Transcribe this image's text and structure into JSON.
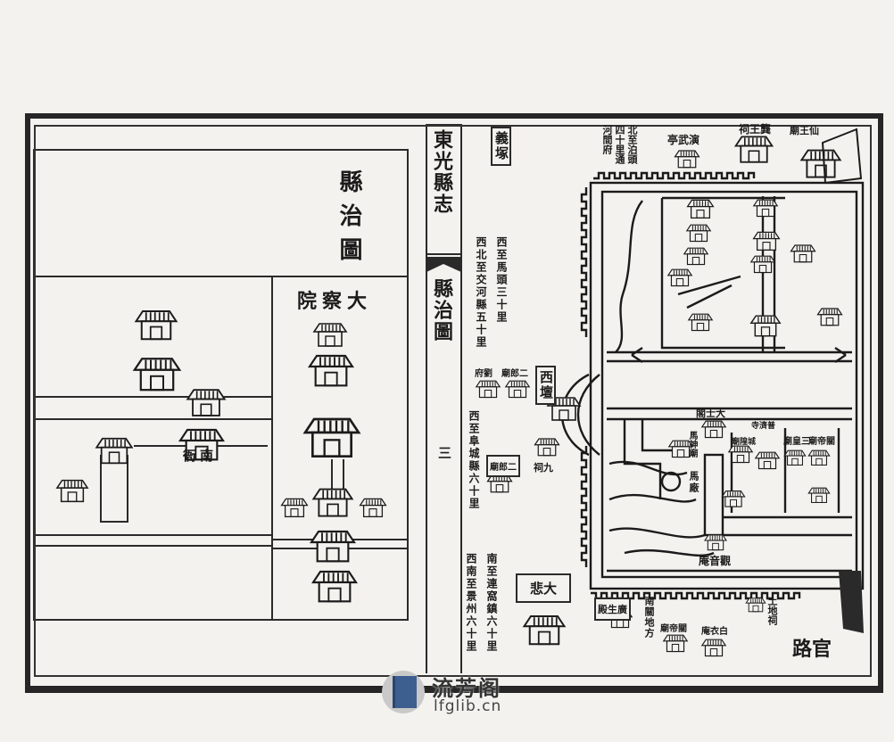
{
  "book": {
    "title": "東光縣志",
    "section": "縣治圖",
    "page_number": "三"
  },
  "left_page": {
    "map_title": "縣治圖",
    "labels": {
      "censorate": "大察院",
      "south_office": "南衙"
    }
  },
  "right_page": {
    "labels": {
      "cemetery": "義塚",
      "west_matou": "西至馬頭三十里",
      "northwest_jiaohe": "西北至交河縣五十里",
      "liu_mansion": "劉府",
      "erlang_small": "二郎廟",
      "west_altar": "西壇",
      "nine_shrine": "九祠",
      "west_fucheng": "西至阜城縣六十里",
      "erlang_temple": "二郎廟",
      "south_lianwo": "南至連窩鎮六十里",
      "southwest_jingzhou": "西南至景州六十里",
      "dabei": "大悲",
      "north_botou_1": "北至泊頭",
      "north_botou_2": "四十里通",
      "north_botou_3": "河間府",
      "drill_pavilion": "演武亭",
      "gong_wang_shrine": "龔王祠",
      "xian_wang_temple": "仙王廟",
      "dashi_pavilion": "大士閣",
      "ma_shen_temple": "馬神廟",
      "ma_chang": "馬廠",
      "guanyin_nunnery": "觀音庵",
      "puji_temple": "普濟寺",
      "city_god_temple": "城隍廟",
      "sanhuang_temple": "三皇廟",
      "guandi_temple_inner": "關帝廟",
      "guangsheng_hall": "廣生殿",
      "south_gate_area": "南關地方",
      "guandi_temple_south": "關帝廟",
      "baiyi_nunnery": "白衣庵",
      "tudi_shrine": "土地祠",
      "official_road": "官路"
    }
  },
  "watermark": {
    "name": "流芳阁",
    "url": "lfglib.cn"
  },
  "colors": {
    "paper": "#f4f2ee",
    "ink": "#1b1b1b",
    "watermark_book": "#3d5f8f"
  }
}
